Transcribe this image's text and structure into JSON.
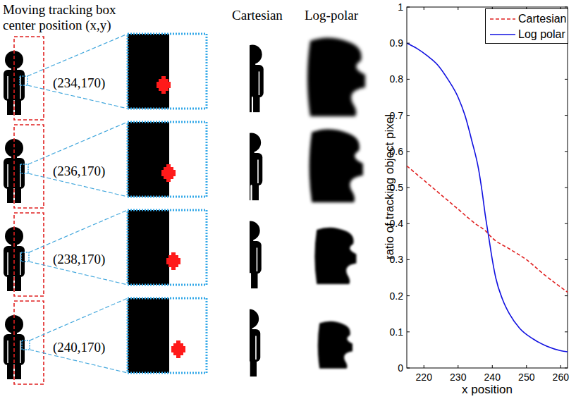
{
  "diagram": {
    "labels": [
      "Moving tracking box center position (x,y)",
      "Cartesian",
      "Log-polar",
      "(234,170)",
      "(236,170)",
      "(238,170)",
      "(240,170)",
      "ratio of tracking object pixel",
      "x position",
      "0",
      "0.1",
      "0.2",
      "0.3",
      "0.4",
      "0.5",
      "0.6",
      "0.7",
      "0.8",
      "0.9",
      "1",
      "220",
      "230",
      "240",
      "250",
      "260"
    ],
    "legend": [
      {
        "text": "Cartesian"
      },
      {
        "text": "Log polar"
      }
    ]
  }
}
